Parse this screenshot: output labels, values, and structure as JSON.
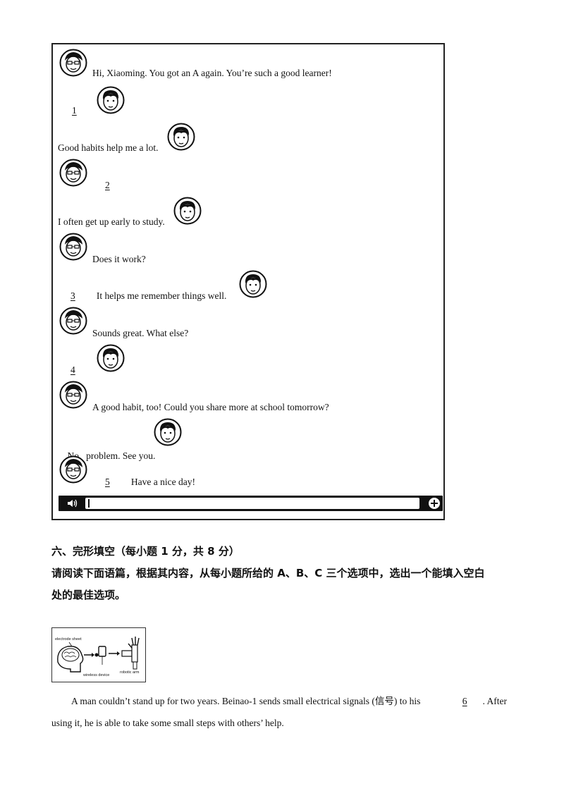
{
  "dialogue": {
    "lines": [
      {
        "speaker": "teacher",
        "pre": "",
        "blank": "",
        "text": "Hi, Xiaoming. You got an A again. You’re such a good learner!"
      },
      {
        "speaker": "student",
        "pre": "",
        "blank": "1",
        "text": ""
      },
      {
        "speaker": "student",
        "pre": "",
        "blank": "",
        "text": "Good habits help me a lot."
      },
      {
        "speaker": "teacher",
        "pre": "",
        "blank": "2",
        "text": ""
      },
      {
        "speaker": "student",
        "pre": "",
        "blank": "",
        "text": "I often get up early to study."
      },
      {
        "speaker": "teacher",
        "pre": "",
        "blank": "",
        "text": "Does it work?"
      },
      {
        "speaker": "student",
        "pre": "",
        "blank": "3",
        "text": "It helps me remember things well."
      },
      {
        "speaker": "teacher",
        "pre": "",
        "blank": "",
        "text": "Sounds great. What else?"
      },
      {
        "speaker": "student",
        "pre": "",
        "blank": "4",
        "text": ""
      },
      {
        "speaker": "teacher",
        "pre": "",
        "blank": "",
        "text": "A good habit, too! Could you share more at school tomorrow?"
      },
      {
        "speaker": "student",
        "pre": "",
        "blank": "",
        "text": "No   problem. See you."
      },
      {
        "speaker": "teacher",
        "pre": "",
        "blank": "5",
        "text": "Have a nice day!"
      }
    ],
    "input_bar": {
      "speaker_icon": "speaker-icon",
      "add_icon": "plus-icon"
    }
  },
  "section": {
    "title": "六、完形填空（每小题 1 分，共 8 分）",
    "instruction_line1": "请阅读下面语篇，根据其内容，从每小题所给的 A、B、C 三个选项中，选出一个能填入空白",
    "instruction_line2": "处的最佳选项。"
  },
  "figure": {
    "labels": {
      "electrode": "electrode sheet",
      "wireless": "wireless device",
      "arm": "robotic arm"
    }
  },
  "passage": {
    "p1_before": "A man couldn’t stand up for two years. Beinao-1 sends small electrical signals (信号) to his ",
    "blank6": "6",
    "p1_after": ". After using it, he is able to take some small steps with others’ help."
  }
}
